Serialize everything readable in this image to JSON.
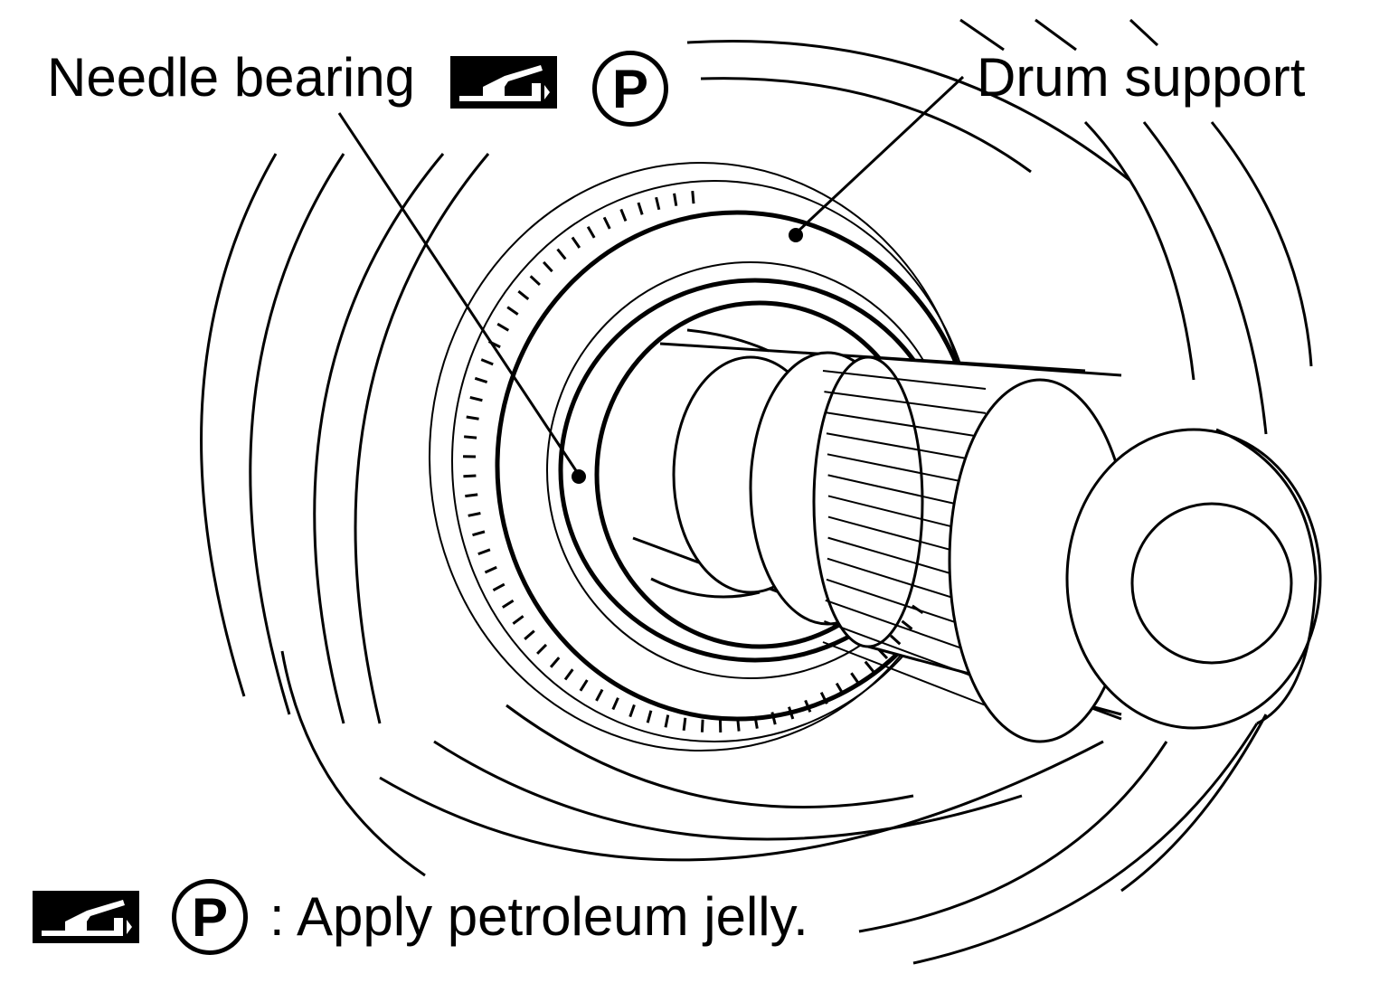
{
  "labels": {
    "needle_bearing": "Needle bearing",
    "drum_support": "Drum support",
    "legend_text": ": Apply petroleum jelly.",
    "p_symbol": "P"
  },
  "icons": {
    "grease_tool": "grease-gun-icon",
    "petroleum_jelly": "p-circle-icon"
  },
  "colors": {
    "line": "#000000",
    "background": "#ffffff"
  }
}
